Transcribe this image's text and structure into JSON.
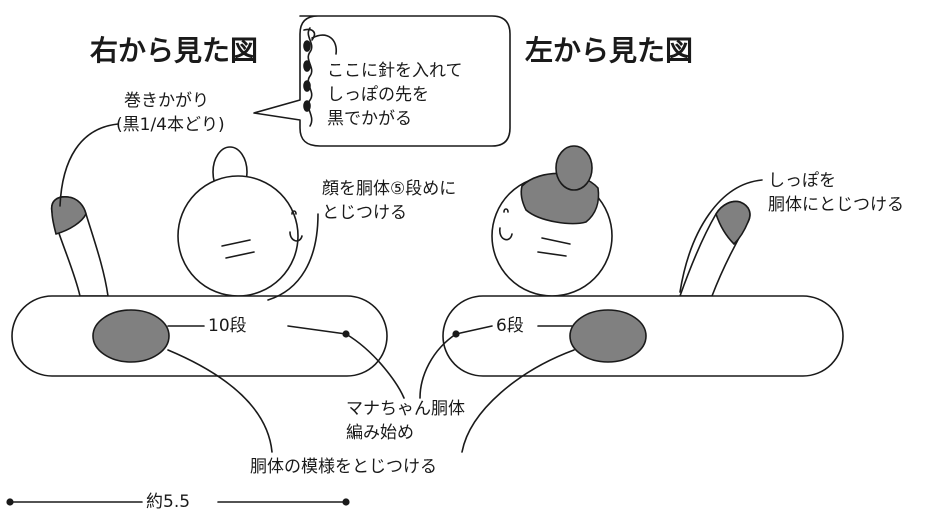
{
  "titles": {
    "right_view": "右から見た図",
    "left_view": "左から見た図"
  },
  "callout": {
    "lines": [
      "ここに針を入れて",
      "しっぽの先を",
      "黒でかがる"
    ]
  },
  "labels": {
    "blanket_stitch_line1": "巻きかがり",
    "blanket_stitch_line2": "(黒1/4本どり)",
    "face_attach_line1": "顔を胴体⑤段めに",
    "face_attach_line2": "とじつける",
    "tail_attach_line1": "しっぽを",
    "tail_attach_line2": "胴体にとじつける",
    "rows_right": "10段",
    "rows_left": "6段",
    "body_start_line1": "マナちゃん胴体",
    "body_start_line2": "編み始め",
    "pattern_attach": "胴体の模様をとじつける",
    "width": "約5.5"
  },
  "colors": {
    "stroke": "#1a1a1a",
    "fill_dark": "#808080",
    "fill_white": "#ffffff"
  }
}
